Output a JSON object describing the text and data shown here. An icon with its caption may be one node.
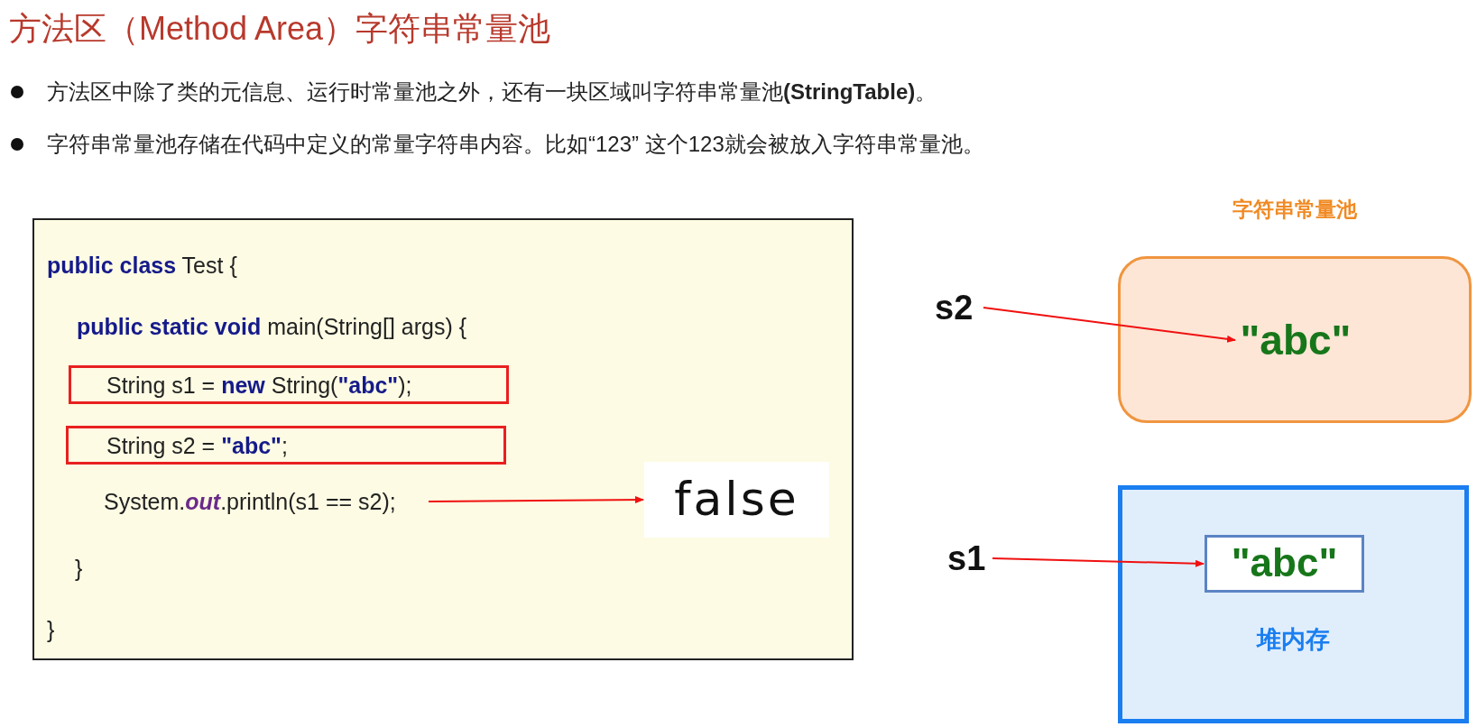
{
  "diagram": {
    "title": "方法区（Method Area）字符串常量池",
    "nodes": [
      {
        "text": [
          "**public class** Test {",
          "**public static void** main(String[] args) {",
          "}",
          "}"
        ]
      },
      {
        "text": [
          "String s1 = **new** String(**\"abc\"**);"
        ],
        "in": 0
      },
      {
        "text": [
          "String s2 = **\"abc\"**;"
        ],
        "in": 0
      },
      {
        "text": [
          "System.*out*.println(s1 == s2);"
        ],
        "in": 0
      },
      {
        "text": [
          "false"
        ],
        "in": 0
      },
      {
        "text": [
          "字符串常量池"
        ]
      },
      {
        "text": [
          "\"abc\""
        ],
        "in": 5
      },
      {
        "text": [
          "s2"
        ]
      },
      {
        "text": [
          "堆内存"
        ]
      },
      {
        "text": [
          "\"abc\""
        ],
        "in": 8
      },
      {
        "text": [
          "s1"
        ]
      }
    ],
    "edges": [
      {
        "from": 3,
        "to": 4,
        "arrow": "to"
      },
      {
        "from": 7,
        "to": 6,
        "arrow": "to"
      },
      {
        "from": 10,
        "to": 9,
        "arrow": "to"
      }
    ],
    "labels": [
      "方法区中除了类的元信息、运行时常量池之外，还有一块区域叫字符串常量池**(StringTable)**。",
      "字符串常量池存储在代码中定义的常量字符串内容。比如“123” 这个123就会被放入字符串常量池。"
    ]
  }
}
